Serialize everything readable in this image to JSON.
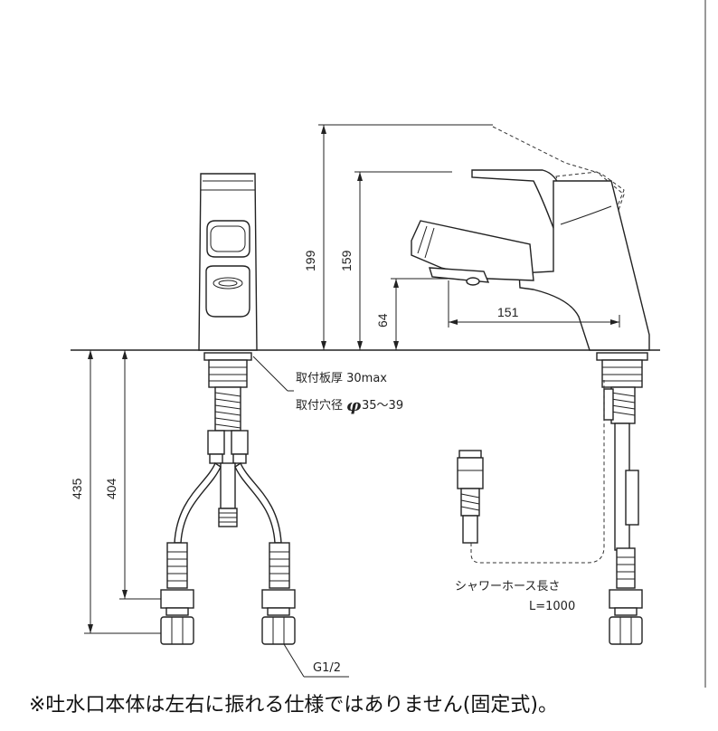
{
  "dimensions": {
    "h199": "199",
    "h159": "159",
    "h64": "64",
    "w151": "151",
    "h435": "435",
    "h404": "404"
  },
  "labels": {
    "plate_thickness": "取付板厚 30max",
    "hole_diameter_prefix": "取付穴径",
    "hole_diameter_symbol": "φ",
    "hole_diameter_range": "35～39",
    "shower_hose": "シャワーホース長さ",
    "shower_hose_length": "L=1000",
    "thread": "G1/2"
  },
  "footer_note": "※吐水口本体は左右に振れる仕様ではありません(固定式)。"
}
